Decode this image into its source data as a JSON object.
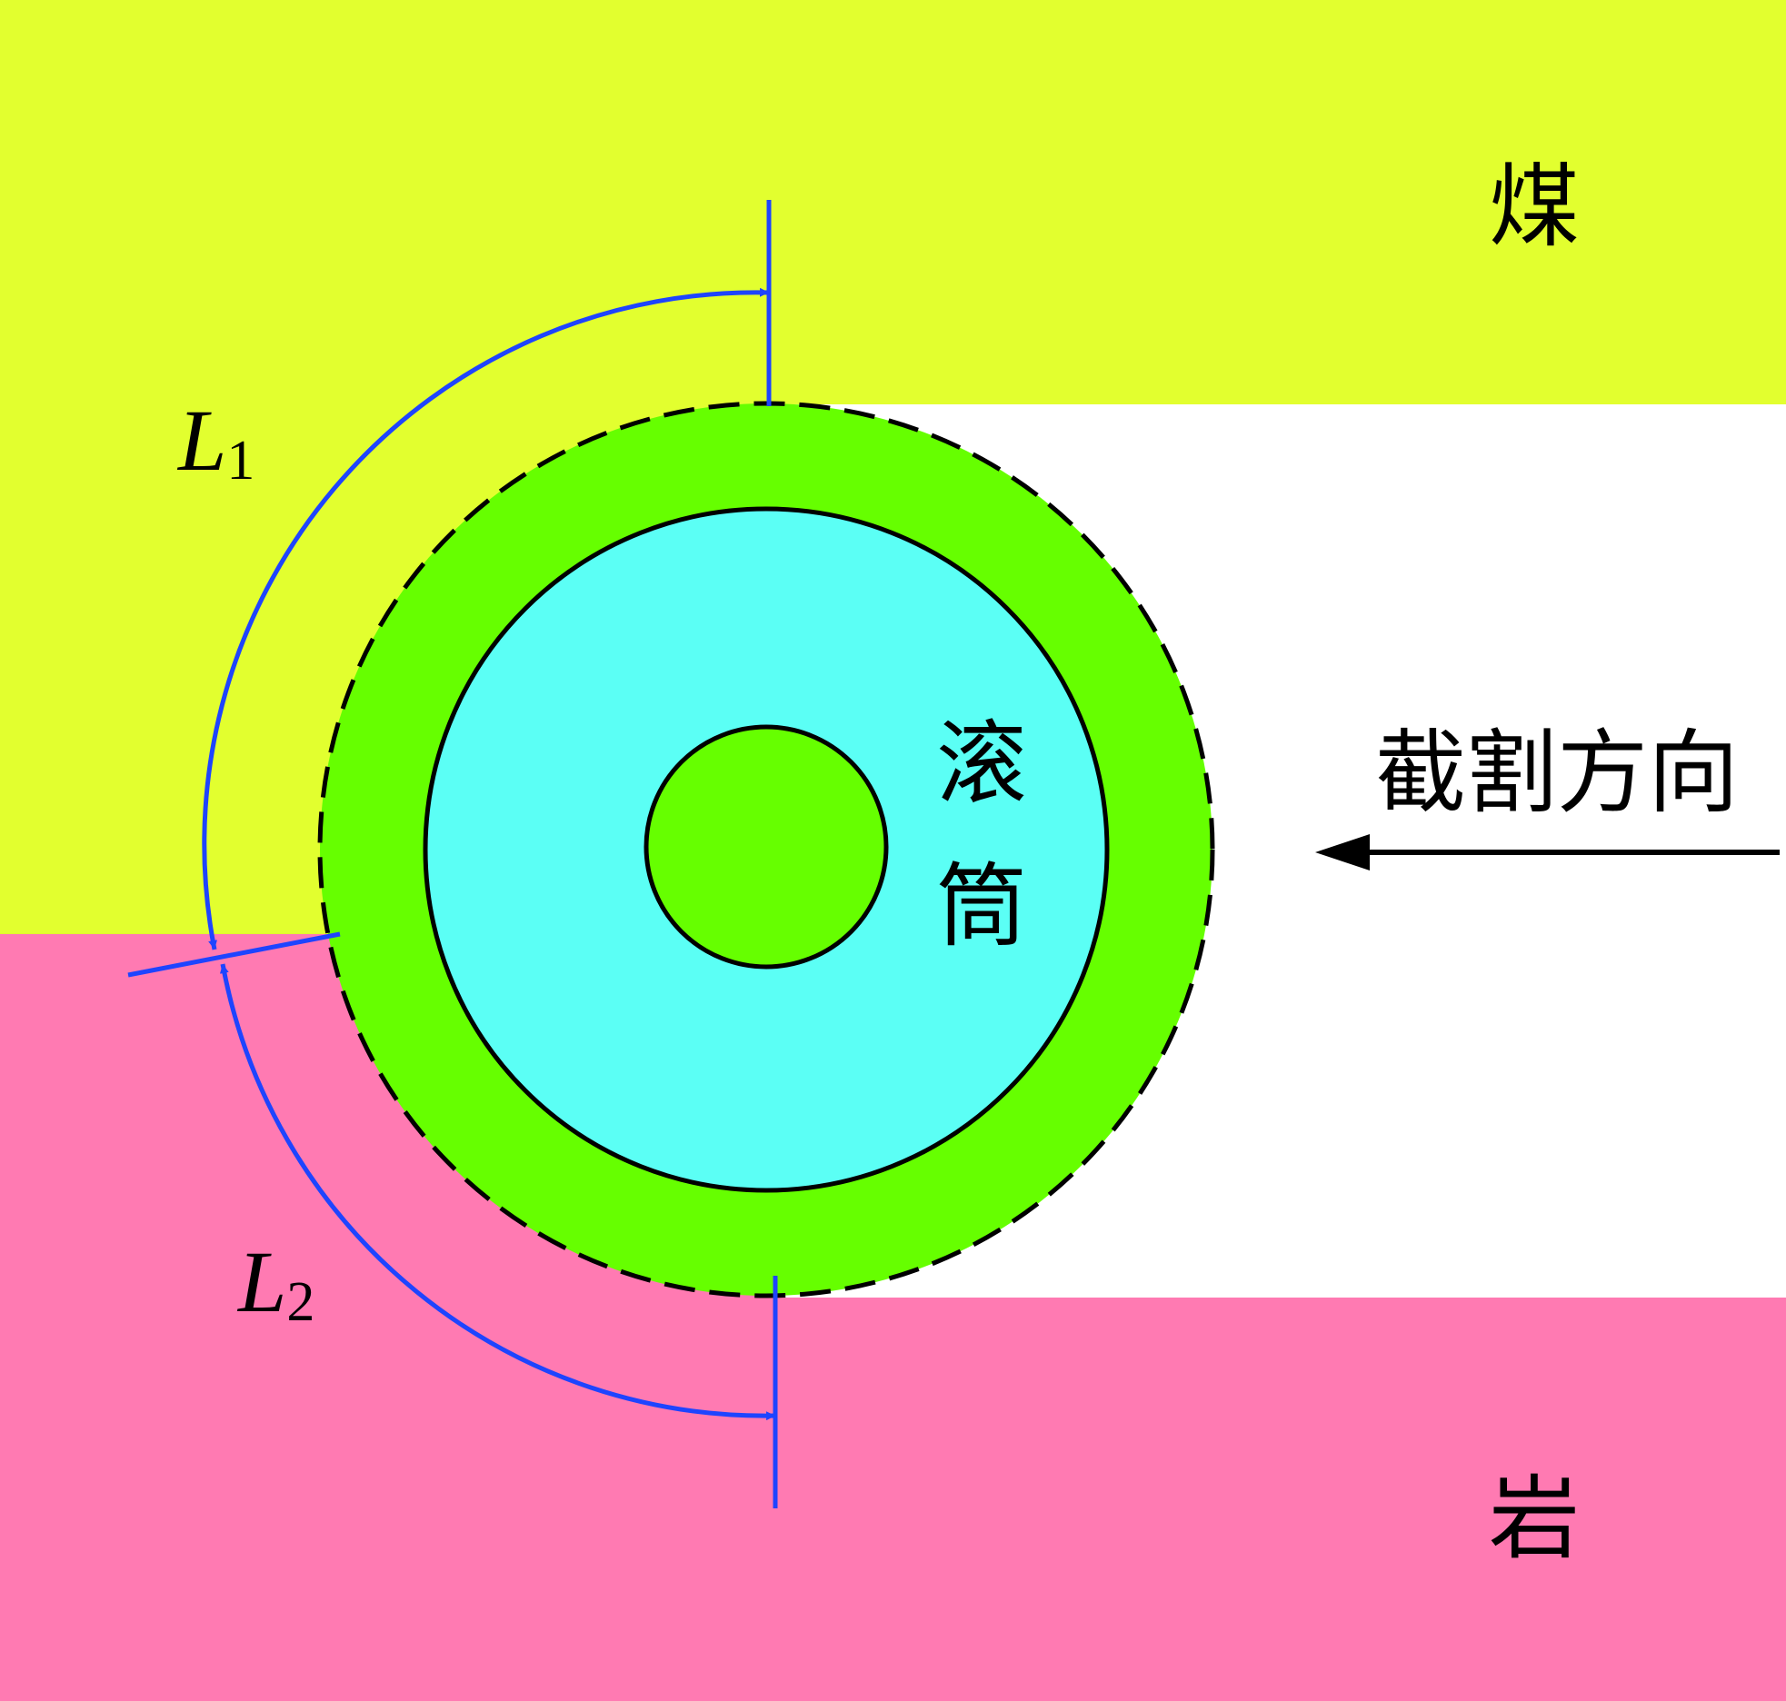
{
  "labels": {
    "coal": "煤",
    "rock": "岩",
    "drum_line1": "滚",
    "drum_line2": "筒",
    "cutting_direction": "截割方向",
    "l1_var": "L",
    "l1_sub": "1",
    "l2_var": "L",
    "l2_sub": "2"
  },
  "colors": {
    "coal": "#e2ff2f",
    "rock": "#ff7ab2",
    "cut_gap": "#ffffff",
    "drum_ring": "#66ff00",
    "drum_body": "#5bfff5",
    "hub": "#66ff00",
    "dimension": "#1e44ff",
    "outline": "#000000"
  }
}
